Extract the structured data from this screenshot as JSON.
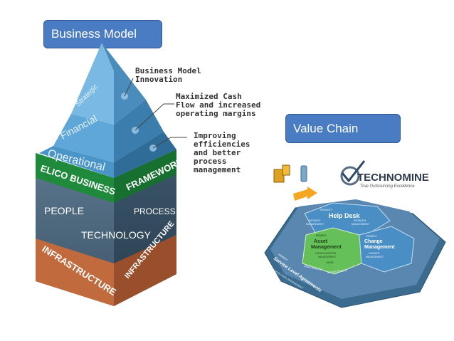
{
  "titles": {
    "business_model": "Business Model",
    "value_chain": "Value Chain"
  },
  "pyramid": {
    "levels": [
      "Strategic",
      "Financial",
      "Operational"
    ],
    "band_left": "ELICO BUSINESS",
    "band_right": "FRAMEWORK",
    "people": "PEOPLE",
    "process": "PROCESS",
    "technology": "TECHNOLOGY",
    "infra_left": "INFRASTRUCTURE",
    "infra_right": "INFRASTRUCTURE"
  },
  "callouts": {
    "c1": [
      "Business Model",
      "Innovation"
    ],
    "c2": [
      "Maximized Cash",
      "Flow and increased",
      "operating margins"
    ],
    "c3": [
      "Improving",
      "efficiencies",
      "and better",
      "process",
      "management"
    ]
  },
  "technomine": {
    "name": "TECHNOMINE",
    "tagline": "True Outsourcing Excellence",
    "helpdesk_prefix": "REMEDY",
    "helpdesk": "Help Desk",
    "incident": [
      "INCIDENT",
      "MANAGEMENT"
    ],
    "problem": [
      "PROBLEM",
      "MANAGEMENT"
    ],
    "asset_prefix": "REMEDY",
    "asset": [
      "Asset",
      "Management"
    ],
    "change_prefix": "REMEDY",
    "change": [
      "Change",
      "Management"
    ],
    "configuration": [
      "CONFIGURATION",
      "MANAGEMENT"
    ],
    "change_mgmt": [
      "CHANGE",
      "MANAGEMENT"
    ],
    "availability": "AVAILABILITY",
    "management": "MANAGEMENT",
    "cmdb": "CMDB",
    "sla_prefix": "REMEDY",
    "sla": "Service Level Agreements",
    "service_level": "SERVICE LEVEL MANAGEMENT"
  },
  "colors": {
    "title_box": "#4a7cc4",
    "pyramid_blue": "#4f97c9",
    "band_green": "#1f8a3b",
    "cube_gray": "#4a6478",
    "infra_orange": "#c06a3d"
  }
}
